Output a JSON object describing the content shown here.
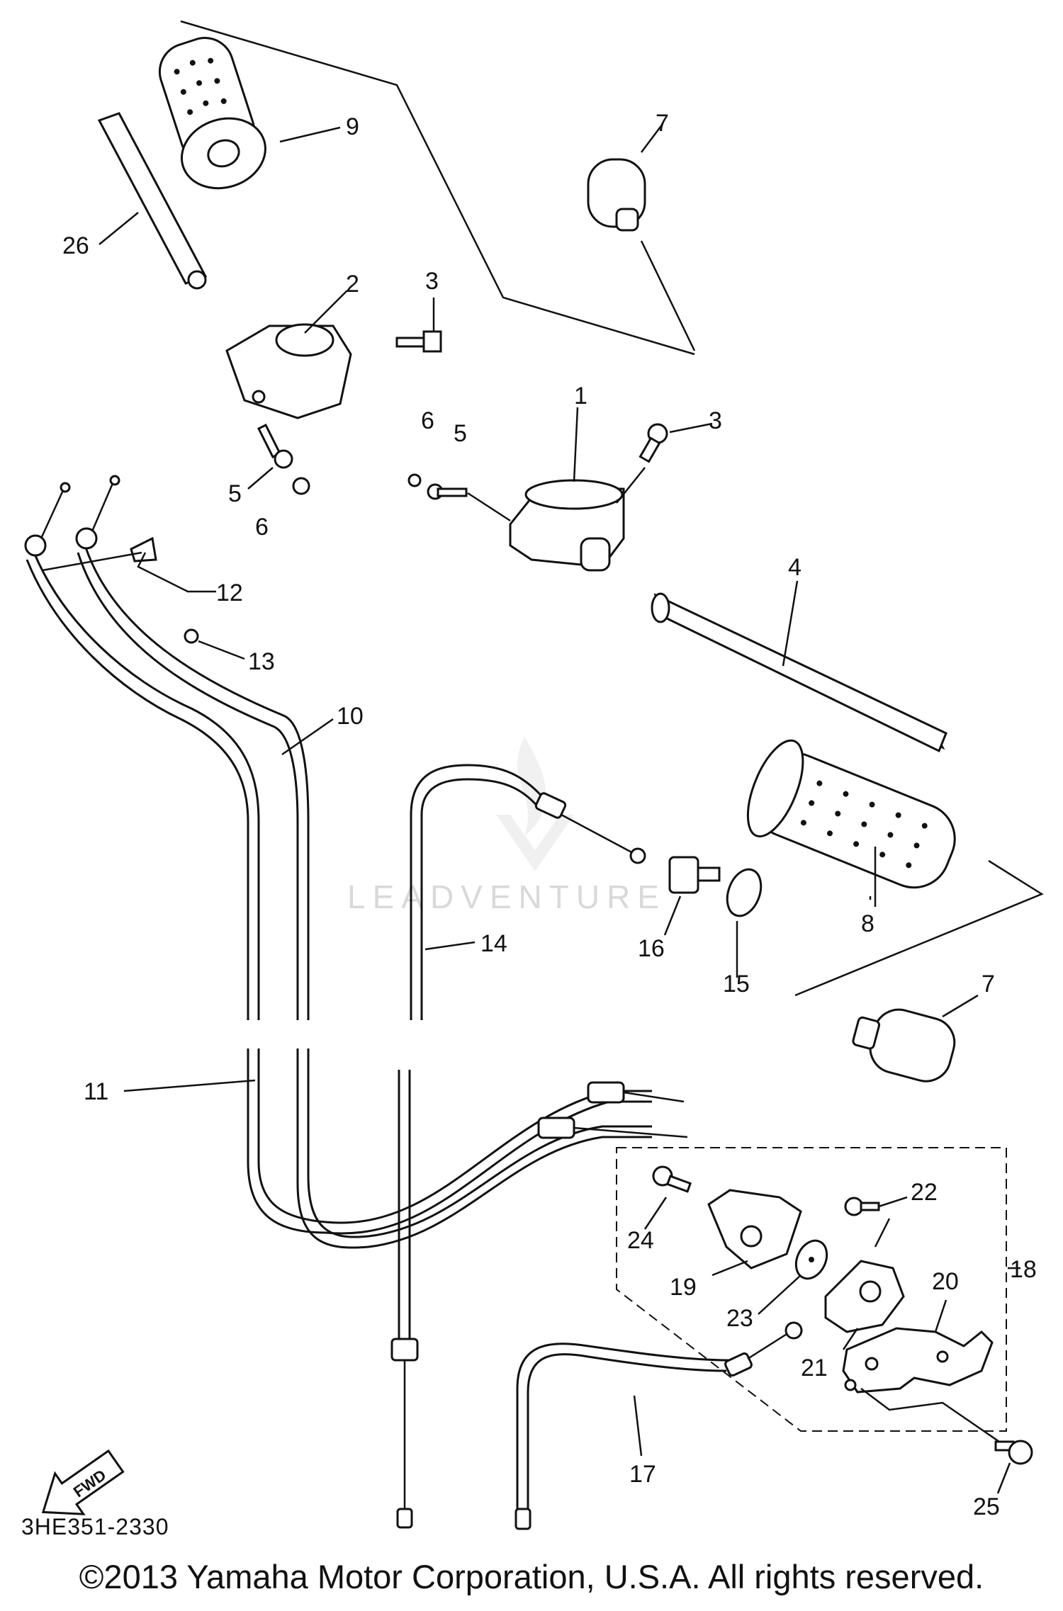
{
  "diagram": {
    "ref_code": "3HE351-2330",
    "copyright": "©2013 Yamaha Motor Corporation, U.S.A. All rights reserved.",
    "watermark": "LEADVENTURE",
    "fwd_label": "FWD",
    "callouts": [
      "1",
      "2",
      "3",
      "3",
      "4",
      "5",
      "5",
      "6",
      "6",
      "7",
      "7",
      "8",
      "9",
      "10",
      "11",
      "12",
      "13",
      "14",
      "15",
      "16",
      "17",
      "18",
      "19",
      "20",
      "21",
      "22",
      "23",
      "24",
      "25",
      "26"
    ]
  }
}
